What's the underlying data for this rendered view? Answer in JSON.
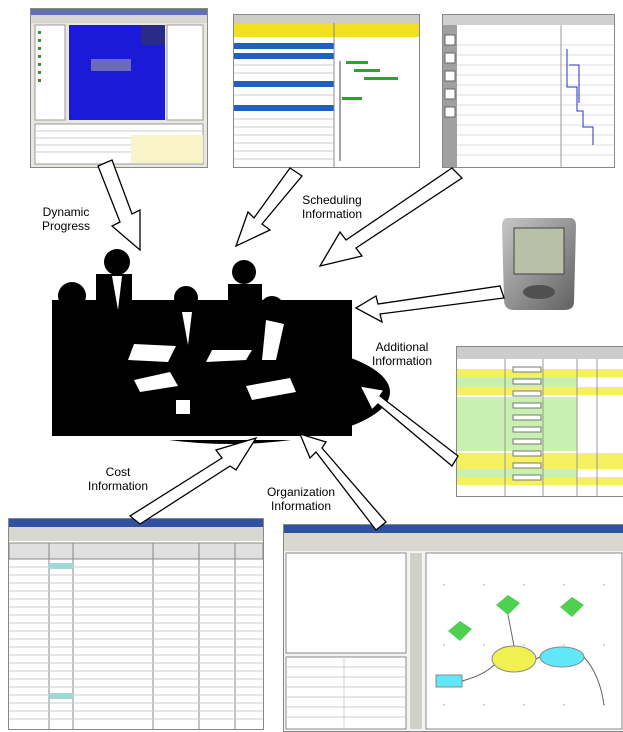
{
  "labels": {
    "dynamic_progress": "Dynamic Progress",
    "scheduling_information": "Scheduling Information",
    "additional_information": "Additional Information",
    "cost_information": "Cost Information",
    "organization_information": "Organization Information"
  },
  "colors": {
    "gantt_header": "#f0e020",
    "progress_blue": "#1a1ad8",
    "sheet_yellow": "#f5f060",
    "sheet_green": "#c8f0b0",
    "diagram_yellow": "#f0f050",
    "diagram_cyan": "#60e8f8",
    "diagram_green": "#50d050"
  }
}
